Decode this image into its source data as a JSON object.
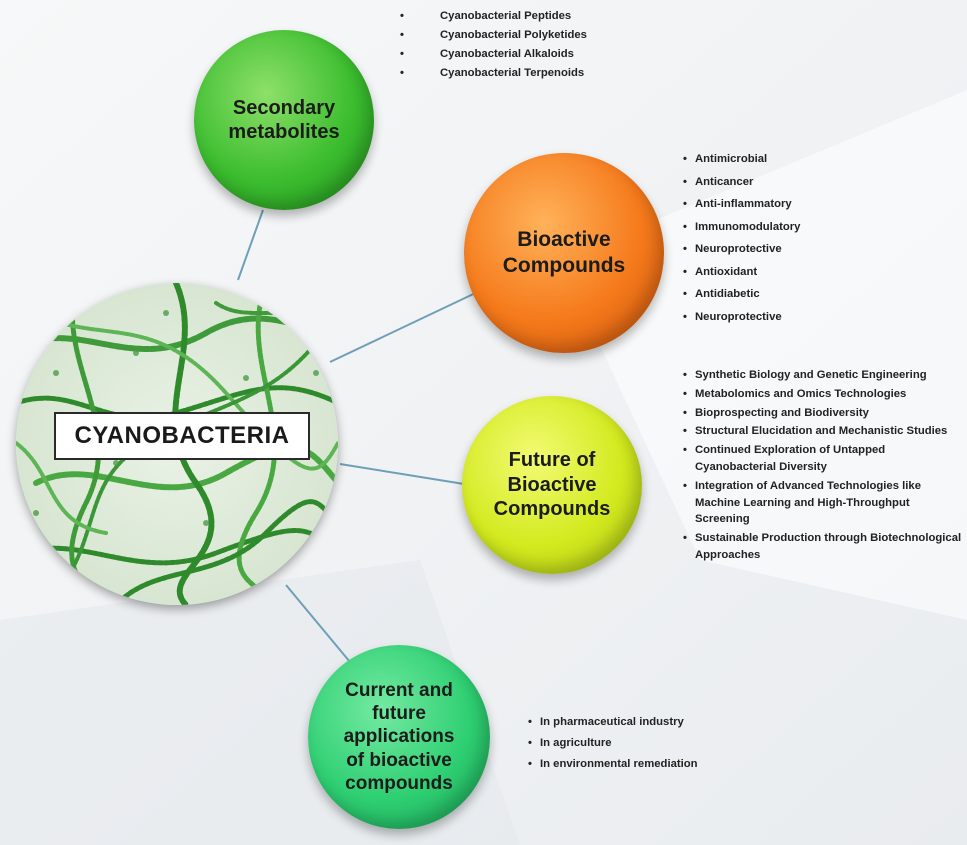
{
  "title": "CYANOBACTERIA",
  "nodes": {
    "secondary": {
      "label": "Secondary\nmetabolites",
      "items": [
        "Cyanobacterial Peptides",
        "Cyanobacterial Polyketides",
        "Cyanobacterial Alkaloids",
        "Cyanobacterial Terpenoids"
      ]
    },
    "bioactive": {
      "label": "Bioactive\nCompounds",
      "items": [
        "Antimicrobial",
        "Anticancer",
        "Anti-inflammatory",
        "Immunomodulatory",
        "Neuroprotective",
        "Antioxidant",
        "Antidiabetic",
        "Neuroprotective"
      ]
    },
    "future": {
      "label": "Future of\nBioactive\nCompounds",
      "items": [
        "Synthetic Biology and Genetic Engineering",
        "Metabolomics and Omics Technologies",
        "Bioprospecting and Biodiversity",
        "Structural Elucidation and Mechanistic Studies",
        "Continued Exploration of Untapped Cyanobacterial Diversity",
        "Integration of Advanced Technologies like Machine Learning and High-Throughput Screening",
        "Sustainable Production through Biotechnological Approaches"
      ]
    },
    "current": {
      "label": "Current and\nfuture\napplications\nof bioactive\ncompounds",
      "items": [
        "In pharmaceutical industry",
        "In agriculture",
        "In environmental remediation"
      ]
    }
  },
  "colors": {
    "secondary": "#3cbd2f",
    "bioactive": "#f57a1b",
    "future": "#d3ea1f",
    "current": "#2fcf73",
    "connector": "#6f9fb6"
  }
}
